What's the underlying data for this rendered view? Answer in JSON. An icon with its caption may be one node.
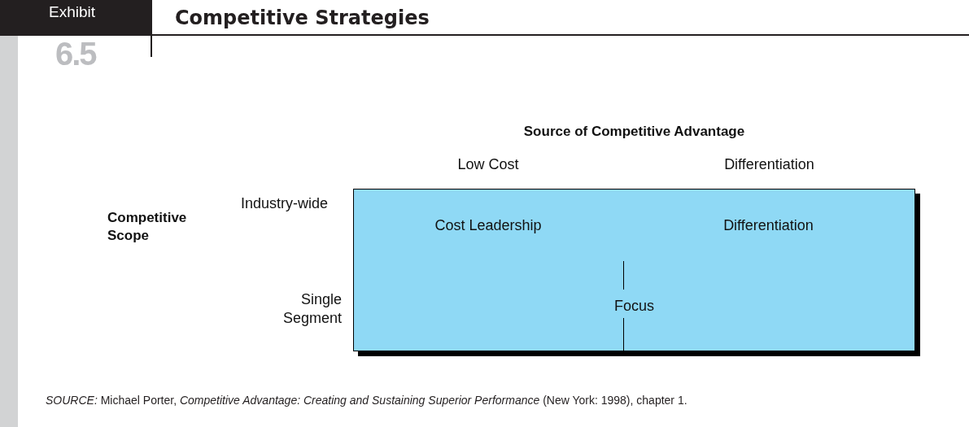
{
  "diagram": {
    "title": "Competitive Strategies",
    "caption": "*SOURCE:* Michael Porter, *Competitive Advantage: Creating and Sustaining Superior Performance* (New York: 1998), chapter 1.",
    "nodes": [
      {
        "text": [
          "Cost Leadership"
        ]
      },
      {
        "text": [
          "Differentiation"
        ]
      },
      {
        "text": [
          "Focus"
        ]
      }
    ],
    "labels": [
      "Exhibit",
      "6.5",
      "Source of Competitive Advantage",
      "Low Cost",
      "Differentiation",
      "Industry-wide",
      "Competitive Scope",
      "Single Segment"
    ]
  }
}
